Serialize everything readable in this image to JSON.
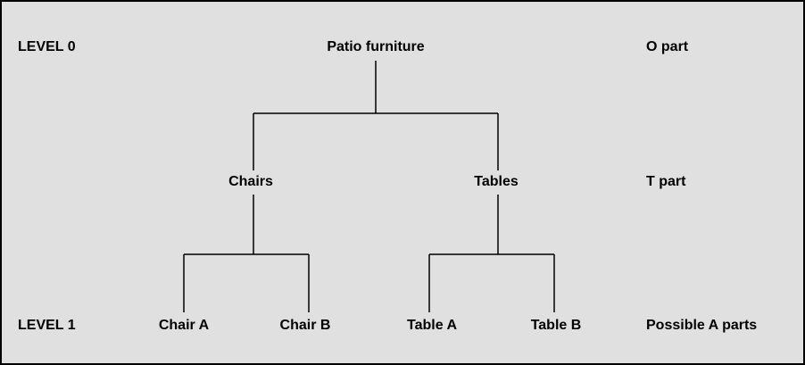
{
  "diagram": {
    "level0": {
      "label": "LEVEL 0",
      "annotation": "O part"
    },
    "mid": {
      "annotation": "T part"
    },
    "level1": {
      "label": "LEVEL 1",
      "annotation": "Possible A parts"
    },
    "nodes": {
      "root": "Patio furniture",
      "chairs": "Chairs",
      "tables": "Tables",
      "chair_a": "Chair A",
      "chair_b": "Chair B",
      "table_a": "Table A",
      "table_b": "Table B"
    },
    "colors": {
      "background": "#e0e0e0",
      "line": "#000000",
      "text": "#000000",
      "border": "#000000"
    }
  }
}
